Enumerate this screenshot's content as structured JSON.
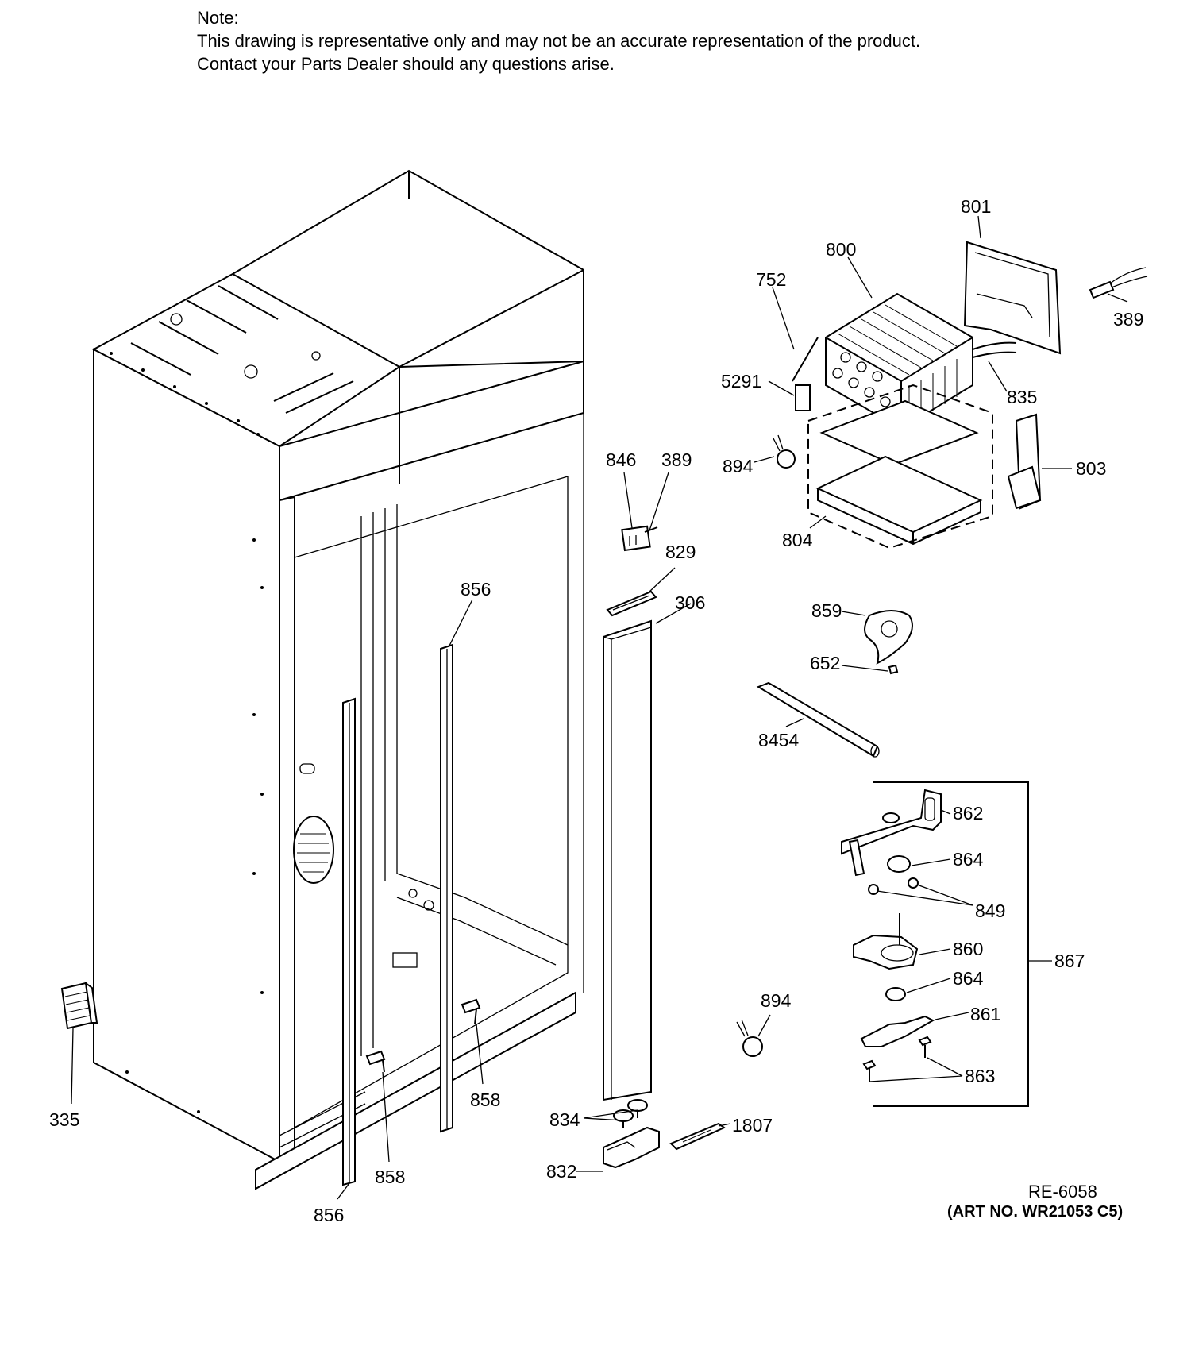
{
  "note": {
    "title": "Note:",
    "line1": "This drawing is representative only and may not be an accurate representation of the product.",
    "line2": "Contact your Parts Dealer should any questions arise."
  },
  "labels": {
    "p801": "801",
    "p800": "800",
    "p752": "752",
    "p389a": "389",
    "p5291": "5291",
    "p835": "835",
    "p894a": "894",
    "p803": "803",
    "p804": "804",
    "p846": "846",
    "p389b": "389",
    "p829": "829",
    "p306": "306",
    "p856a": "856",
    "p859": "859",
    "p652": "652",
    "p8454": "8454",
    "p862": "862",
    "p864a": "864",
    "p849": "849",
    "p860": "860",
    "p867": "867",
    "p864b": "864",
    "p861": "861",
    "p894b": "894",
    "p863": "863",
    "p335": "335",
    "p858a": "858",
    "p858b": "858",
    "p834": "834",
    "p1807": "1807",
    "p832": "832",
    "p856b": "856"
  },
  "ref": {
    "code": "RE-6058",
    "art_no": "(ART NO. WR21053 C5)"
  }
}
